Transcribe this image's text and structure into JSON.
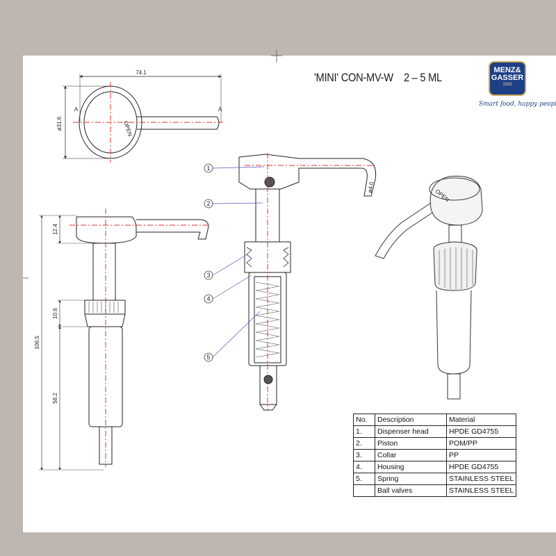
{
  "title": "'MINI' CON-MV-W    2 – 5 ML",
  "logo": {
    "line1": "MENZ&",
    "line2": "GASSER",
    "year": "1935",
    "tagline": "Smart food, happy people"
  },
  "dimensions": {
    "width_top": "74.1",
    "diameter": "ø31.6",
    "head_height": "12.4",
    "collar_height": "10.6",
    "total_height": "106.5",
    "lower_height": "58.2",
    "spout_dia": "ø4.0"
  },
  "section_marks": {
    "left": "A",
    "right": "A"
  },
  "cap_text": "OPEN",
  "callouts": [
    "1",
    "2",
    "3",
    "4",
    "5"
  ],
  "materials": {
    "headers": [
      "No.",
      "Description",
      "Material"
    ],
    "rows": [
      [
        "1.",
        "Dispenser head",
        "HPDE  GD4755"
      ],
      [
        "2.",
        "Piston",
        "POM/PP"
      ],
      [
        "3.",
        "Collar",
        "PP"
      ],
      [
        "4.",
        "Housing",
        "HPDE  GD4755"
      ],
      [
        "5.",
        "Spring",
        "STAINLESS STEEL"
      ],
      [
        "",
        "Ball valves",
        "STAINLESS STEEL"
      ]
    ]
  }
}
